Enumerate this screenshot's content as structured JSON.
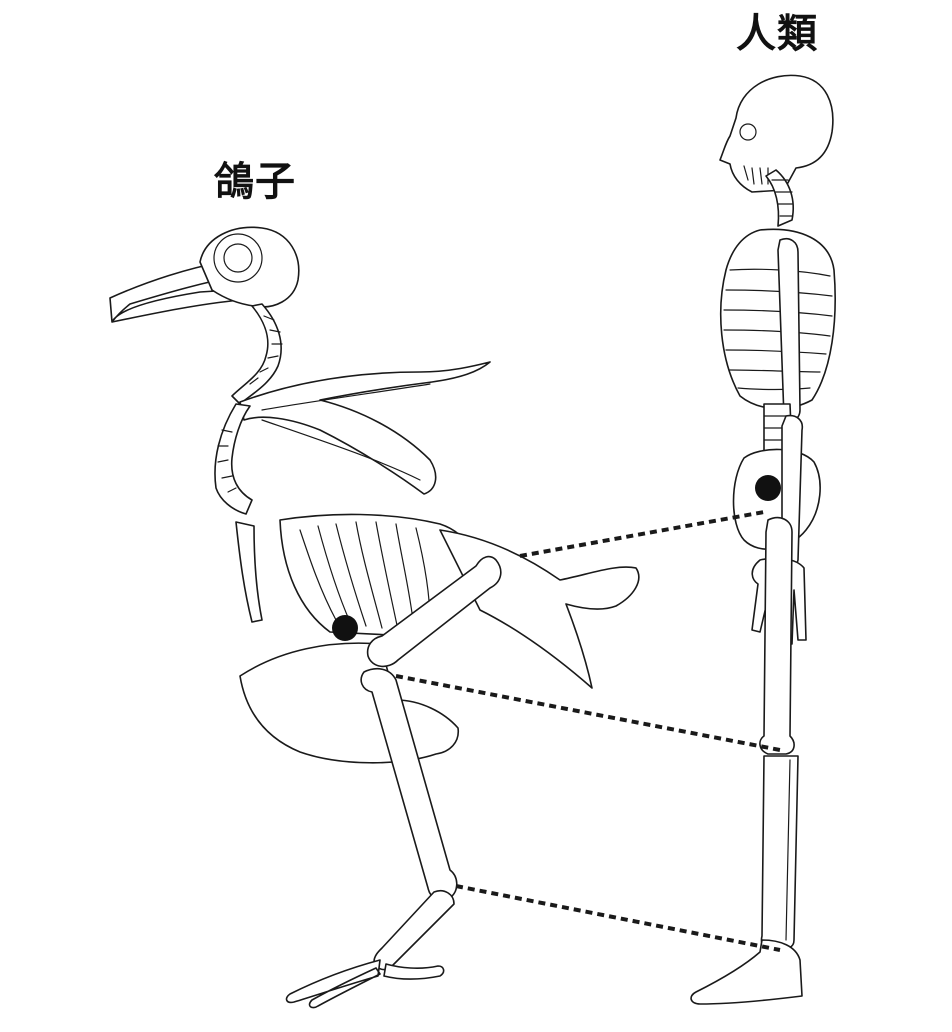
{
  "labels": {
    "pigeon": "鴿子",
    "human": "人類"
  },
  "colors": {
    "line": "#1a1a1a",
    "joint_marker": "#111111",
    "background": "#ffffff"
  },
  "joint_correspondences": [
    {
      "pigeon_joint": "hip",
      "human_joint": "hip"
    },
    {
      "pigeon_joint": "knee",
      "human_joint": "knee"
    },
    {
      "pigeon_joint": "ankle",
      "human_joint": "ankle"
    }
  ]
}
